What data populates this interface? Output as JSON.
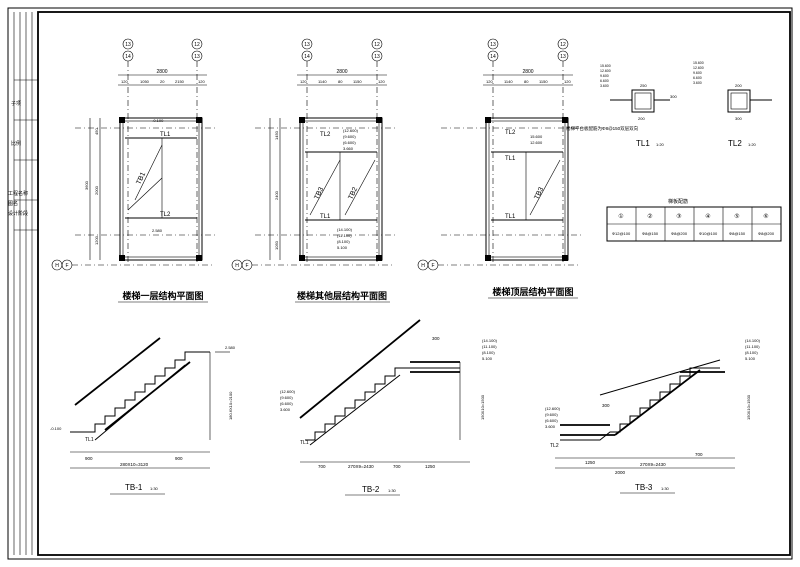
{
  "title_block": {
    "col_labels": [
      "工程名称",
      "图名",
      "设计阶段"
    ],
    "side_marks": [
      "子项",
      "比例"
    ]
  },
  "plan1": {
    "axes_top": [
      "13",
      "14",
      "12",
      "13"
    ],
    "dims_top": [
      "120",
      "1050",
      "20",
      "2150",
      "120"
    ],
    "dim_total": "2800",
    "dims_left": [
      "450",
      "1500",
      "2000",
      "1200",
      "120"
    ],
    "dim_left_total": "3600",
    "tags": [
      "TL1",
      "TB1",
      "TL2"
    ],
    "levels": [
      "-0.100",
      "2.580"
    ],
    "axes_left": [
      "H",
      "F"
    ],
    "caption": "楼梯一层结构平面图"
  },
  "plan2": {
    "axes_top": [
      "13",
      "14",
      "12",
      "13"
    ],
    "dims_top": [
      "120",
      "1140",
      "80",
      "1150",
      "120"
    ],
    "dim_total": "2800",
    "dims_left": [
      "1450",
      "1200",
      "2400",
      "1050"
    ],
    "tags": [
      "TL2",
      "TB3",
      "TB2",
      "TL1"
    ],
    "levels_top": [
      "(12.600)",
      "(9.600)",
      "(6.600)",
      "3.660"
    ],
    "levels_bot": [
      "(14.100)",
      "(11.100)",
      "(8.100)",
      "5.100"
    ],
    "axes_left": [
      "H",
      "F"
    ],
    "caption": "楼梯其他层结构平面图"
  },
  "plan3": {
    "axes_top": [
      "13",
      "14",
      "12",
      "13"
    ],
    "dims_top": [
      "120",
      "1140",
      "80",
      "1150",
      "120"
    ],
    "dim_total": "2800",
    "tags": [
      "TL2",
      "TL1",
      "TB3",
      "TL1"
    ],
    "levels": [
      "15.600",
      "12.600"
    ],
    "note": "楼梯平台板配筋为Φ8@150双层双向",
    "axes_left": [
      "H",
      "F"
    ],
    "caption": "楼梯顶层结构平面图"
  },
  "section_tl1": {
    "levels": [
      "15.600",
      "12.600",
      "9.600",
      "6.600",
      "3.600"
    ],
    "dims": [
      "250",
      "200",
      "300"
    ],
    "label": "TL1",
    "scale": "1:20"
  },
  "section_tl2": {
    "levels": [
      "15.600",
      "12.600",
      "9.600",
      "6.600",
      "3.600"
    ],
    "dims": [
      "200",
      "300"
    ],
    "label": "TL2",
    "scale": "1:20"
  },
  "rebar_table": {
    "title": "梯板配筋",
    "headers": [
      "①",
      "②",
      "③",
      "④",
      "⑤",
      "⑥"
    ],
    "values": [
      "Φ12@100",
      "Φ8@150",
      "Φ8@200",
      "Φ10@100",
      "Φ8@150",
      "Φ8@200"
    ]
  },
  "tb1": {
    "label": "TB-1",
    "scale": "1:30",
    "dims": [
      "900",
      "280X10=3120",
      "900"
    ],
    "height_dim": "180.6X10=2100",
    "levels": [
      "-0.100",
      "2.580"
    ],
    "beam": "TL1"
  },
  "tb2": {
    "label": "TB-2",
    "scale": "1:30",
    "dims": [
      "700",
      "270X9=2430",
      "700",
      "1250"
    ],
    "height_dim": "150X10=1500",
    "levels_top": [
      "(14.100)",
      "(11.100)",
      "(8.100)",
      "5.100"
    ],
    "levels_bot": [
      "(12.600)",
      "(9.600)",
      "(6.600)",
      "3.600"
    ],
    "beam": "TL1",
    "marks": [
      "300"
    ]
  },
  "tb3": {
    "label": "TB-3",
    "scale": "1:30",
    "dims": [
      "1250",
      "2000",
      "270X9=2430",
      "700"
    ],
    "height_dim": "150X10=1500",
    "levels_top": [
      "(14.100)",
      "(11.100)",
      "(8.100)",
      "5.100"
    ],
    "levels_bot": [
      "(12.600)",
      "(9.600)",
      "(6.600)",
      "3.600"
    ],
    "beam": "TL2",
    "marks": [
      "300"
    ]
  }
}
